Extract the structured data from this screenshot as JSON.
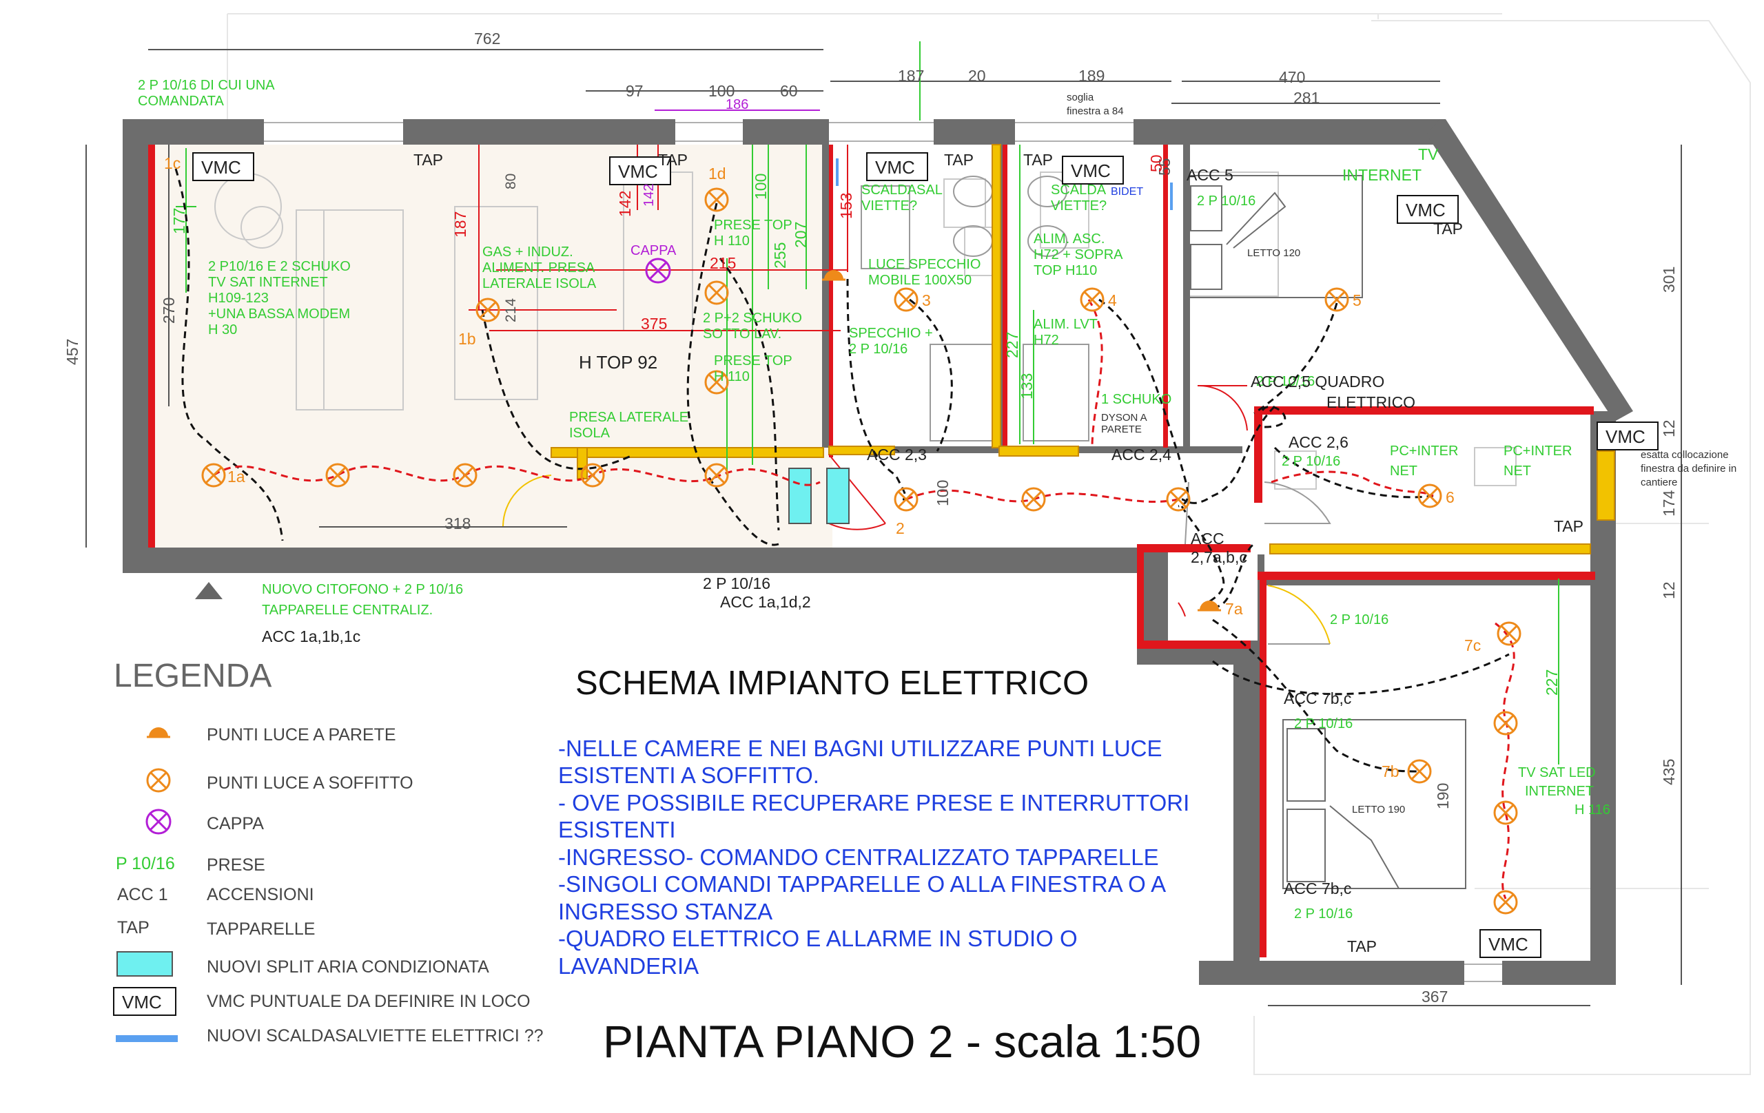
{
  "title": "PIANTA PIANO 2 - scala 1:50",
  "subtitle": "SCHEMA IMPIANTO ELETTRICO",
  "notes": [
    "-NELLE CAMERE E NEI BAGNI UTILIZZARE PUNTI LUCE",
    "ESISTENTI A SOFFITTO.",
    "- OVE POSSIBILE RECUPERARE PRESE E INTERRUTTORI",
    "ESISTENTI",
    "-INGRESSO- COMANDO CENTRALIZZATO TAPPARELLE",
    "-SINGOLI COMANDI TAPPARELLE O ALLA FINESTRA O A",
    "INGRESSO STANZA",
    "-QUADRO ELETTRICO E ALLARME IN STUDIO O",
    "LAVANDERIA"
  ],
  "legend": {
    "title": "LEGENDA",
    "items": [
      {
        "symbol": "",
        "label": "PUNTI LUCE A PARETE"
      },
      {
        "symbol": "",
        "label": "PUNTI LUCE A SOFFITTO"
      },
      {
        "symbol": "",
        "label": "CAPPA"
      },
      {
        "symbol": "P 10/16",
        "label": "PRESE"
      },
      {
        "symbol": "ACC 1",
        "label": "ACCENSIONI"
      },
      {
        "symbol": "TAP",
        "label": "TAPPARELLE"
      },
      {
        "symbol": "",
        "label": "NUOVI SPLIT ARIA CONDIZIONATA"
      },
      {
        "symbol": "VMC",
        "label": "VMC PUNTUALE DA DEFINIRE IN LOCO"
      },
      {
        "symbol": "",
        "label": "NUOVI SCALDASALVIETTE ELETTRICI ??"
      }
    ]
  },
  "dimensions": {
    "top": [
      "762",
      "97",
      "100",
      "60",
      "187",
      "20",
      "189",
      "470",
      "281"
    ],
    "purple": "186",
    "sill": [
      "soglia",
      "finestra a 84"
    ],
    "left_outer": "457",
    "left_inner": "270",
    "right": [
      "301",
      "12",
      "174",
      "12",
      "435"
    ],
    "living_width": "318",
    "bottom_bed": "367",
    "kitchen": [
      "187",
      "80",
      "214",
      "142",
      "142",
      "153",
      "215",
      "375",
      "100",
      "255",
      "207"
    ],
    "bath": [
      "50",
      "227",
      "133"
    ],
    "room5": "55",
    "corridor": "100",
    "bed7_vertical": [
      "227",
      "190"
    ],
    "living_177": "177"
  },
  "labels": {
    "vmc": "VMC",
    "tap": "TAP",
    "h_top": "H TOP 92",
    "cappa": "CAPPA",
    "letto120": "LETTO 120",
    "letto190": "LETTO 190",
    "bidet": "BIDET",
    "dyson": [
      "DYSON A",
      "PARETE"
    ],
    "window_note": [
      "esatta collocazione",
      "finestra da definire in",
      "cantiere"
    ],
    "entrance": "ACC 1a,1b,1c",
    "kitchen_acc": [
      "2 P 10/16",
      "ACC 1a,1d,2"
    ],
    "acc_2_3": "ACC 2,3",
    "acc_2_4": "ACC 2,4",
    "acc_5": "ACC 5",
    "acc_2_5": [
      "ACC 2,5 QUADRO",
      "ELETTRICO"
    ],
    "acc_2_6": "ACC 2,6",
    "acc_2_7": [
      "ACC",
      "2,7a,b,c"
    ],
    "acc_7bc": "ACC 7b,c"
  },
  "green_notes": {
    "p1": [
      "2 P 10/16 DI CUI UNA",
      "COMANDATA"
    ],
    "p2": [
      "2 P10/16 E 2 SCHUKO",
      "TV SAT INTERNET",
      "H109-123",
      "+UNA BASSA MODEM",
      "H 30"
    ],
    "gas": [
      "GAS + INDUZ.",
      "ALIMENT. PRESA",
      "LATERALE ISOLA"
    ],
    "presa_top1": [
      "PRESE TOP",
      "H 110"
    ],
    "schuko": [
      "2 P+2 SCHUKO",
      "SOTTO LAV."
    ],
    "presa_top2": [
      "PRESE TOP",
      "H 110"
    ],
    "isola": [
      "PRESA LATERALE",
      "ISOLA"
    ],
    "scald1": [
      "SCALDASAL",
      "VIETTE?"
    ],
    "scald2": [
      "SCALDA",
      "VIETTE?"
    ],
    "specchio": [
      "LUCE SPECCHIO",
      "MOBILE 100X50"
    ],
    "specchio2": [
      "SPECCHIO +",
      "2 P 10/16"
    ],
    "asc": [
      "ALIM. ASC.",
      "H72 + SOPRA",
      "TOP H110"
    ],
    "lvt": [
      "ALIM. LVT",
      "H72"
    ],
    "schuko1": "1 SCHUKO",
    "tv_int": [
      "TV",
      "INTERNET"
    ],
    "p_room5": "2 P 10/16",
    "p_quadro": "2 P 10/16",
    "p_26": "2 P 10/16",
    "pc1": [
      "PC+INTER",
      "NET"
    ],
    "pc2": [
      "PC+INTER",
      "NET"
    ],
    "citofono": [
      "NUOVO CITOFONO + 2 P 10/16",
      "TAPPARELLE CENTRALIZ."
    ],
    "p_7a": "2 P 10/16",
    "p_7bc_top": "2 P 10/16",
    "p_7bc_bot": "2 P 10/16",
    "tv_sat": [
      "TV SAT LED",
      "INTERNET",
      "H 116"
    ]
  },
  "points": [
    "1c",
    "1d",
    "1b",
    "1a",
    "2",
    "3",
    "4",
    "5",
    "6",
    "7a",
    "7c",
    "7b"
  ],
  "colors": {
    "wall": "#6d6d6d",
    "red": "#e0161c",
    "yellow": "#f2c200",
    "green": "#33cc33",
    "orange": "#ee8a1a",
    "purple": "#b21ed6",
    "blue": "#1f3fe0",
    "cyan": "#6ff0f0",
    "light_blue": "#5aa0f0"
  }
}
